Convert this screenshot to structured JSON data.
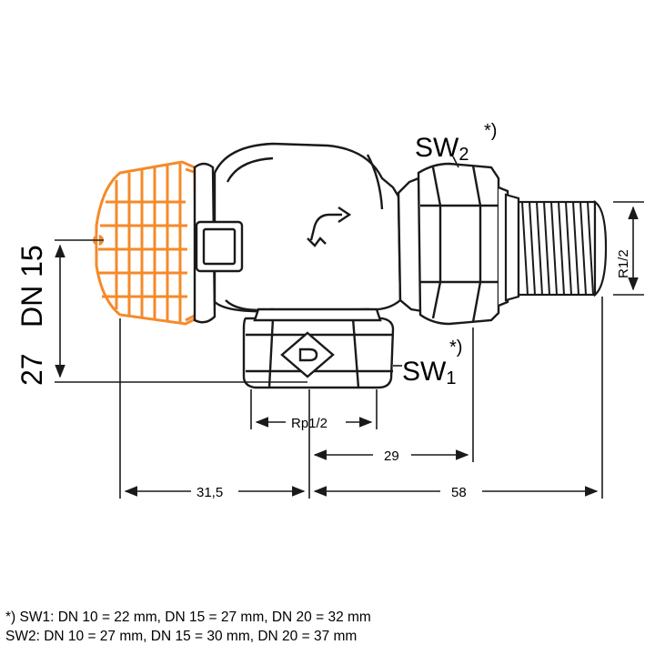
{
  "colors": {
    "line": "#1a1a1a",
    "knob_orange": "#f58a2a",
    "knob_orange_dark": "#d86d10",
    "body_fill": "#ffffff"
  },
  "labels": {
    "sw2": "SW2",
    "sw1": "SW1",
    "sw2_base": "SW",
    "sw2_sub": "2",
    "sw1_base": "SW",
    "sw1_sub": "1",
    "asterisk": "*)",
    "dn": "DN 15",
    "dim_27": "27",
    "r_half": "R1/2",
    "rp_half": "Rp1/2",
    "dim_29": "29",
    "dim_31_5": "31,5",
    "dim_58": "58"
  },
  "notes": {
    "line1": "*) SW1: DN 10 = 22 mm, DN 15 = 27 mm, DN 20 = 32 mm",
    "line2": "SW2: DN 10 = 27 mm, DN 15 = 30 mm, DN 20 = 37 mm"
  }
}
